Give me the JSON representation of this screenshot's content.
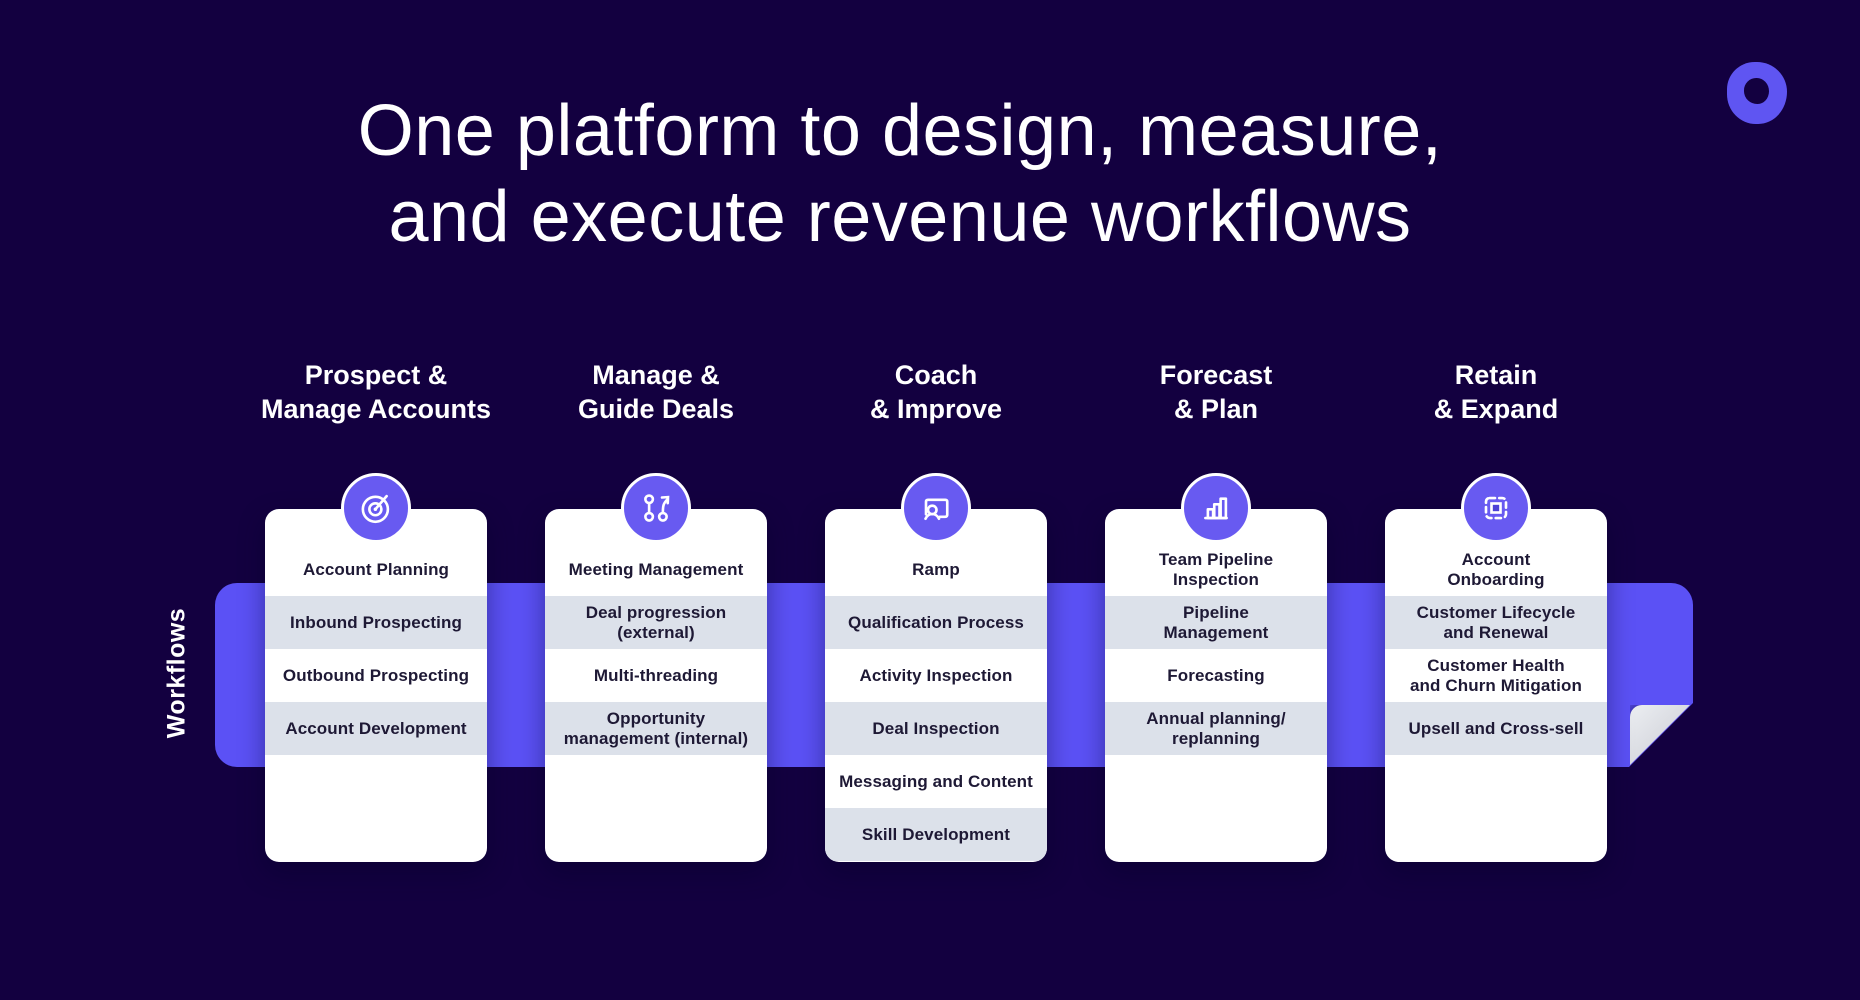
{
  "page": {
    "background_color": "#130040",
    "accent_color": "#5B51F5",
    "icon_circle_color": "#685AF1",
    "row_alt_color": "#DCE1EA",
    "fold_color": "#D8DAE0"
  },
  "logo": {
    "name": "outreach-logo",
    "color": "#5F55F2"
  },
  "title": "One platform to design, measure,\nand execute revenue workflows",
  "band": {
    "label": "Workflows",
    "color": "#5B51F5"
  },
  "columns": [
    {
      "header": "Prospect &\nManage Accounts",
      "icon": "target-arrow-icon",
      "rows": [
        "Account Planning",
        "Inbound Prospecting",
        "Outbound Prospecting",
        "Account Development"
      ]
    },
    {
      "header": "Manage &\nGuide Deals",
      "icon": "branch-arrow-icon",
      "rows": [
        "Meeting Management",
        "Deal progression\n(external)",
        "Multi-threading",
        "Opportunity\nmanagement (internal)"
      ]
    },
    {
      "header": "Coach\n& Improve",
      "icon": "presentation-person-icon",
      "rows": [
        "Ramp",
        "Qualification Process",
        "Activity Inspection",
        "Deal Inspection",
        "Messaging and Content",
        "Skill Development"
      ]
    },
    {
      "header": "Forecast\n& Plan",
      "icon": "bar-chart-icon",
      "rows": [
        "Team Pipeline\nInspection",
        "Pipeline\nManagement",
        "Forecasting",
        "Annual planning/\nreplanning"
      ]
    },
    {
      "header": "Retain\n& Expand",
      "icon": "selection-square-icon",
      "rows": [
        "Account\nOnboarding",
        "Customer Lifecycle\nand Renewal",
        "Customer Health\nand Churn Mitigation",
        "Upsell and Cross-sell"
      ]
    }
  ]
}
